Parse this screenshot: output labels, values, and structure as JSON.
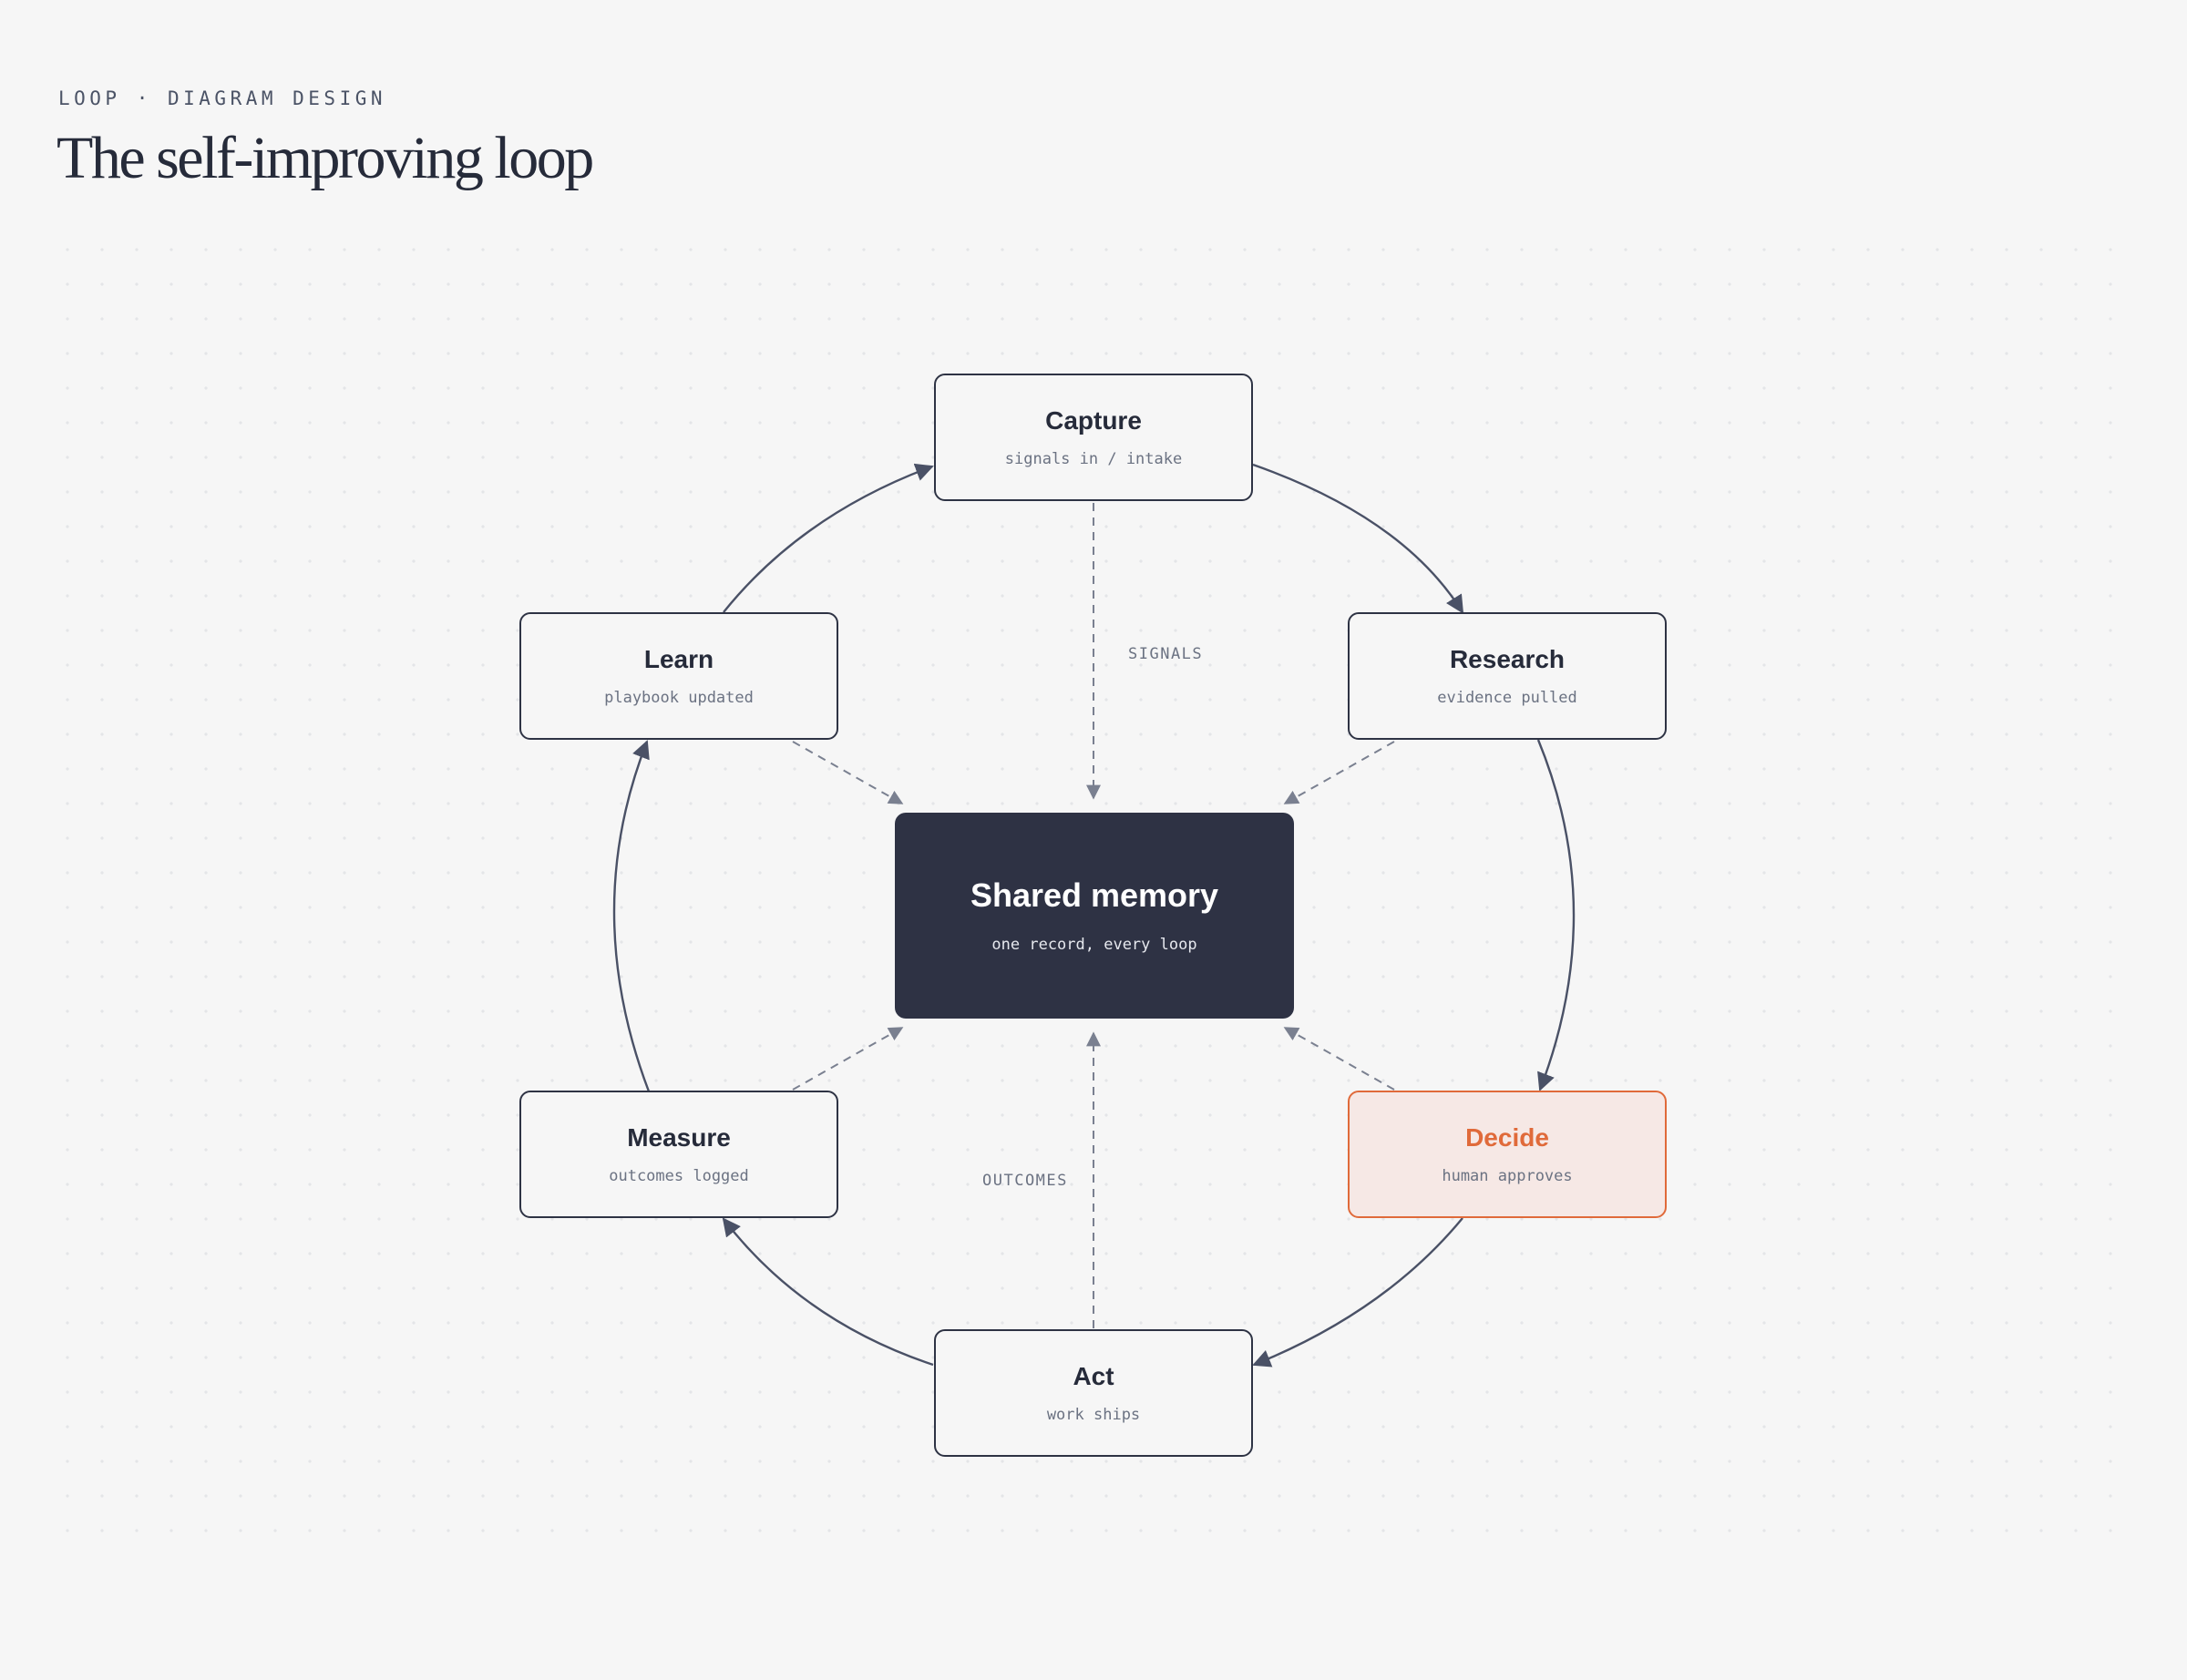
{
  "header": {
    "eyebrow": "LOOP · DIAGRAM DESIGN",
    "title": "The self-improving loop"
  },
  "center": {
    "title": "Shared memory",
    "subtitle": "one record, every loop"
  },
  "nodes": [
    {
      "id": "capture",
      "title": "Capture",
      "subtitle": "signals in / intake"
    },
    {
      "id": "research",
      "title": "Research",
      "subtitle": "evidence pulled"
    },
    {
      "id": "decide",
      "title": "Decide",
      "subtitle": "human approves"
    },
    {
      "id": "act",
      "title": "Act",
      "subtitle": "work ships"
    },
    {
      "id": "measure",
      "title": "Measure",
      "subtitle": "outcomes logged"
    },
    {
      "id": "learn",
      "title": "Learn",
      "subtitle": "playbook updated"
    }
  ],
  "flow_labels": {
    "signals": "SIGNALS",
    "outcomes": "OUTCOMES"
  },
  "colors": {
    "ink": "#2e3344",
    "accent": "#e06a3a",
    "accent_fill": "#f6e8e5",
    "center_fill": "#2e3244",
    "dashed": "#7a8090"
  }
}
